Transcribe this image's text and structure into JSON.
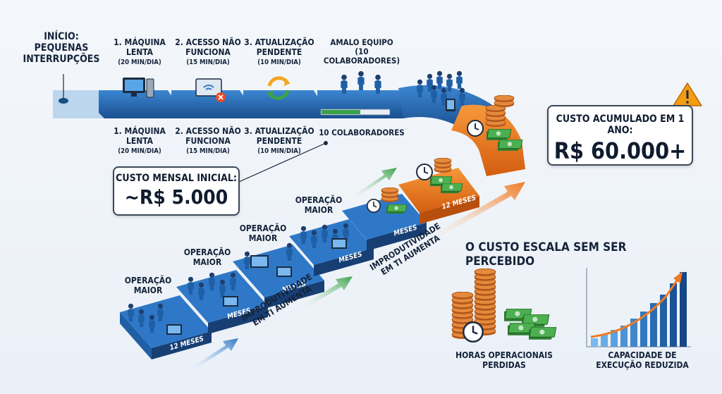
{
  "start": {
    "line1": "INÍCIO:",
    "line2": "PEQUENAS",
    "line3": "INTERRUPÇÕES"
  },
  "steps_top": [
    {
      "title1": "1. Máquina",
      "title2": "Lenta",
      "detail": "(20 MIN/DIA)"
    },
    {
      "title1": "2. Acesso Não",
      "title2": "Funciona",
      "detail": "(15 MIN/DIA)"
    },
    {
      "title1": "3. Atualização",
      "title2": "Pendente",
      "detail": "(10 MIN/DIA)"
    }
  ],
  "team_top": {
    "line1": "AMALO EQUIPO",
    "line2": "(10 COLABORADORES)"
  },
  "steps_bottom": [
    {
      "title1": "1. Máquina",
      "title2": "Lenta",
      "detail": "(20 MIN/DIA)"
    },
    {
      "title1": "2. Acesso Não",
      "title2": "Funciona",
      "detail": "(15 MIN/DIA)"
    },
    {
      "title1": "3. Atualização",
      "title2": "Pendente",
      "detail": "(10 MIN/DIA)"
    }
  ],
  "team_bottom": "10 COLABORADORES",
  "callout_monthly": {
    "line1": "CUSTO MENSAL INICIAL:",
    "line2": "~R$ 5.000"
  },
  "callout_annual": {
    "line1": "CUSTO ACUMULADO EM 1 ANO:",
    "line2": "R$ 60.000+"
  },
  "operations": [
    {
      "line1": "OPERAÇÃO",
      "line2": "MAIOR"
    },
    {
      "line1": "OPERAÇÃO",
      "line2": "MAIOR"
    },
    {
      "line1": "OPERAÇÃO",
      "line2": "MAIOR"
    },
    {
      "line1": "OPERAÇÃO",
      "line2": "MAIOR"
    }
  ],
  "stair_tags": [
    "12 MESES",
    "MESES",
    "MESES",
    "MESES",
    "MESES",
    "12 MESES"
  ],
  "arrow_text_1": {
    "line1": "IMPRODUTIVIDADE",
    "line2": "EM TI AUMENTA"
  },
  "arrow_text_2": {
    "line1": "IMPRODUTIVIDADE",
    "line2": "EM TI AUMENTA"
  },
  "headline": "O CUSTO ESCALA SEM SER PERCEBIDO",
  "legend_hours": {
    "line1": "HORAS OPERACIONAIS",
    "line2": "PERDIDAS"
  },
  "legend_capacity": {
    "line1": "CAPACIDADE DE",
    "line2": "EXECUÇÃO REDUZIDA"
  },
  "colors": {
    "blue": "#1f5fa6",
    "blue_light": "#4b8fd0",
    "orange": "#e8731e",
    "green": "#3aa34a"
  }
}
